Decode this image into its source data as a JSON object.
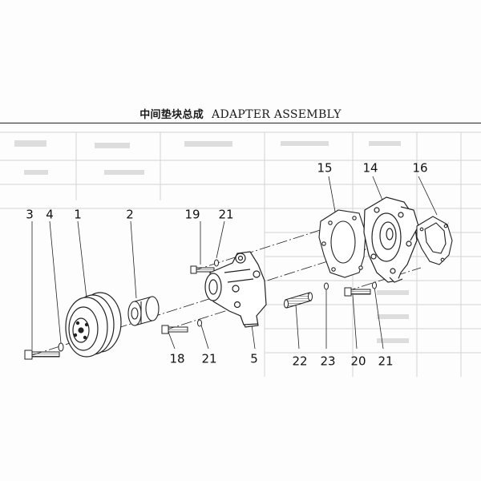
{
  "title": {
    "chinese": "中间垫块总成",
    "english": "ADAPTER ASSEMBLY"
  },
  "callouts": {
    "c3": "3",
    "c4": "4",
    "c1": "1",
    "c2": "2",
    "c19": "19",
    "c21a": "21",
    "c15": "15",
    "c14": "14",
    "c16": "16",
    "c18": "18",
    "c21b": "21",
    "c5": "5",
    "c22": "22",
    "c23": "23",
    "c20": "20",
    "c21c": "21"
  }
}
